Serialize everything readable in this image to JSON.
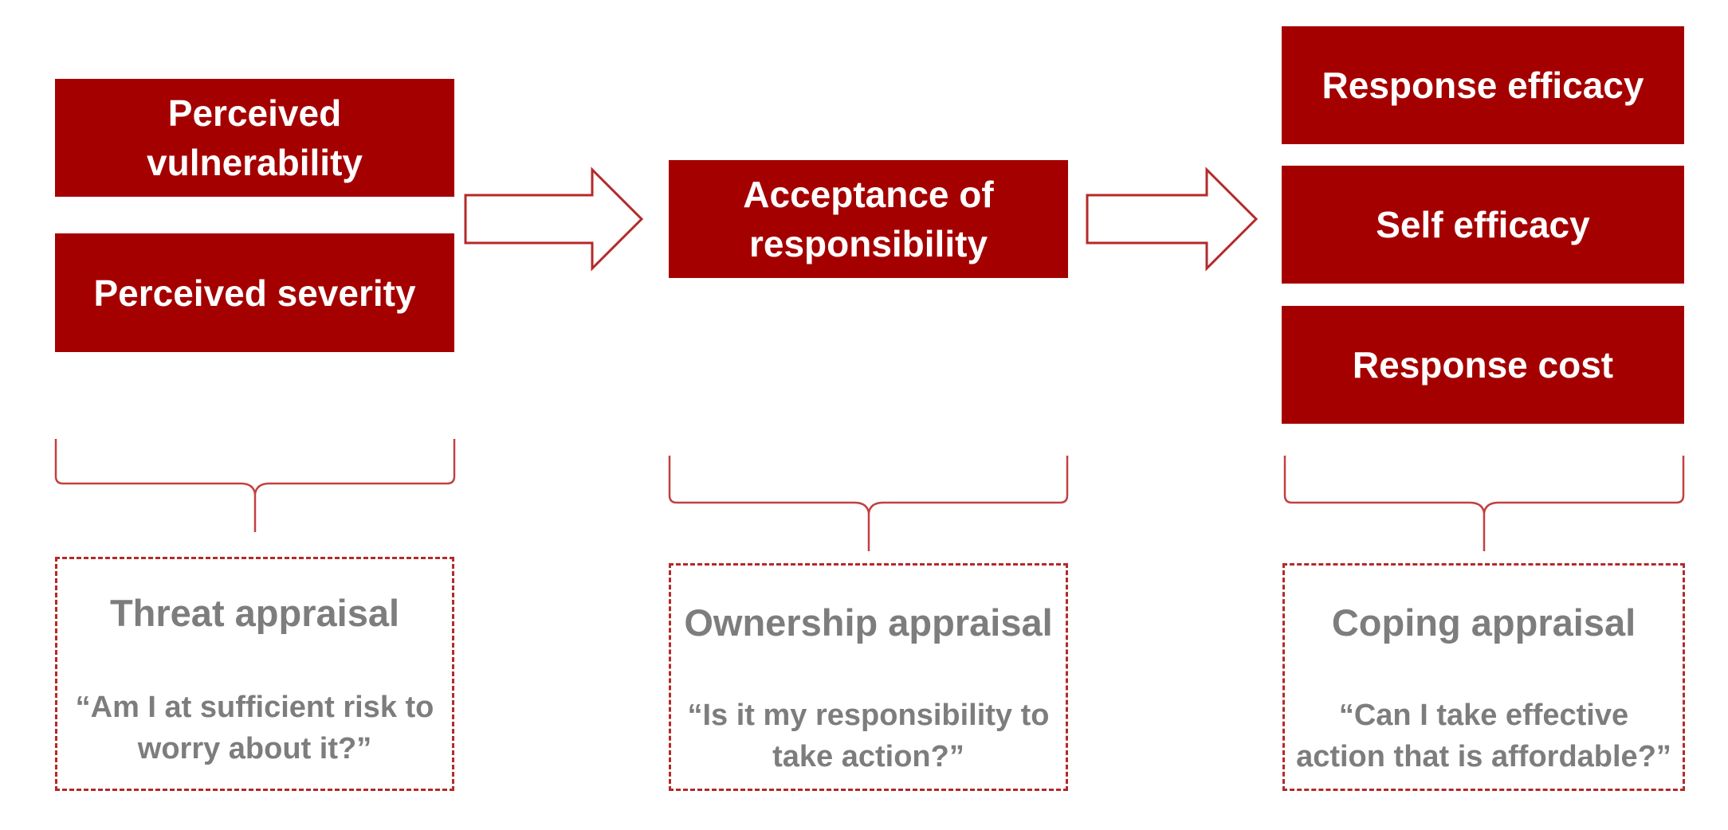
{
  "columns": [
    {
      "boxes": [
        "Perceived\nvulnerability",
        "Perceived severity"
      ],
      "appraisal_title": "Threat appraisal",
      "appraisal_question": "“Am I at sufficient risk to\nworry about it?”"
    },
    {
      "boxes": [
        "Acceptance of\nresponsibility"
      ],
      "appraisal_title": "Ownership appraisal",
      "appraisal_question": "“Is it my responsibility to\ntake action?”"
    },
    {
      "boxes": [
        "Response efficacy",
        "Self efficacy",
        "Response cost"
      ],
      "appraisal_title": "Coping appraisal",
      "appraisal_question": "“Can I take effective\naction that is affordable?”"
    }
  ],
  "colors": {
    "box_fill": "#a50000",
    "outline": "#b42a2a",
    "appraisal_text": "#7d7d7d"
  }
}
